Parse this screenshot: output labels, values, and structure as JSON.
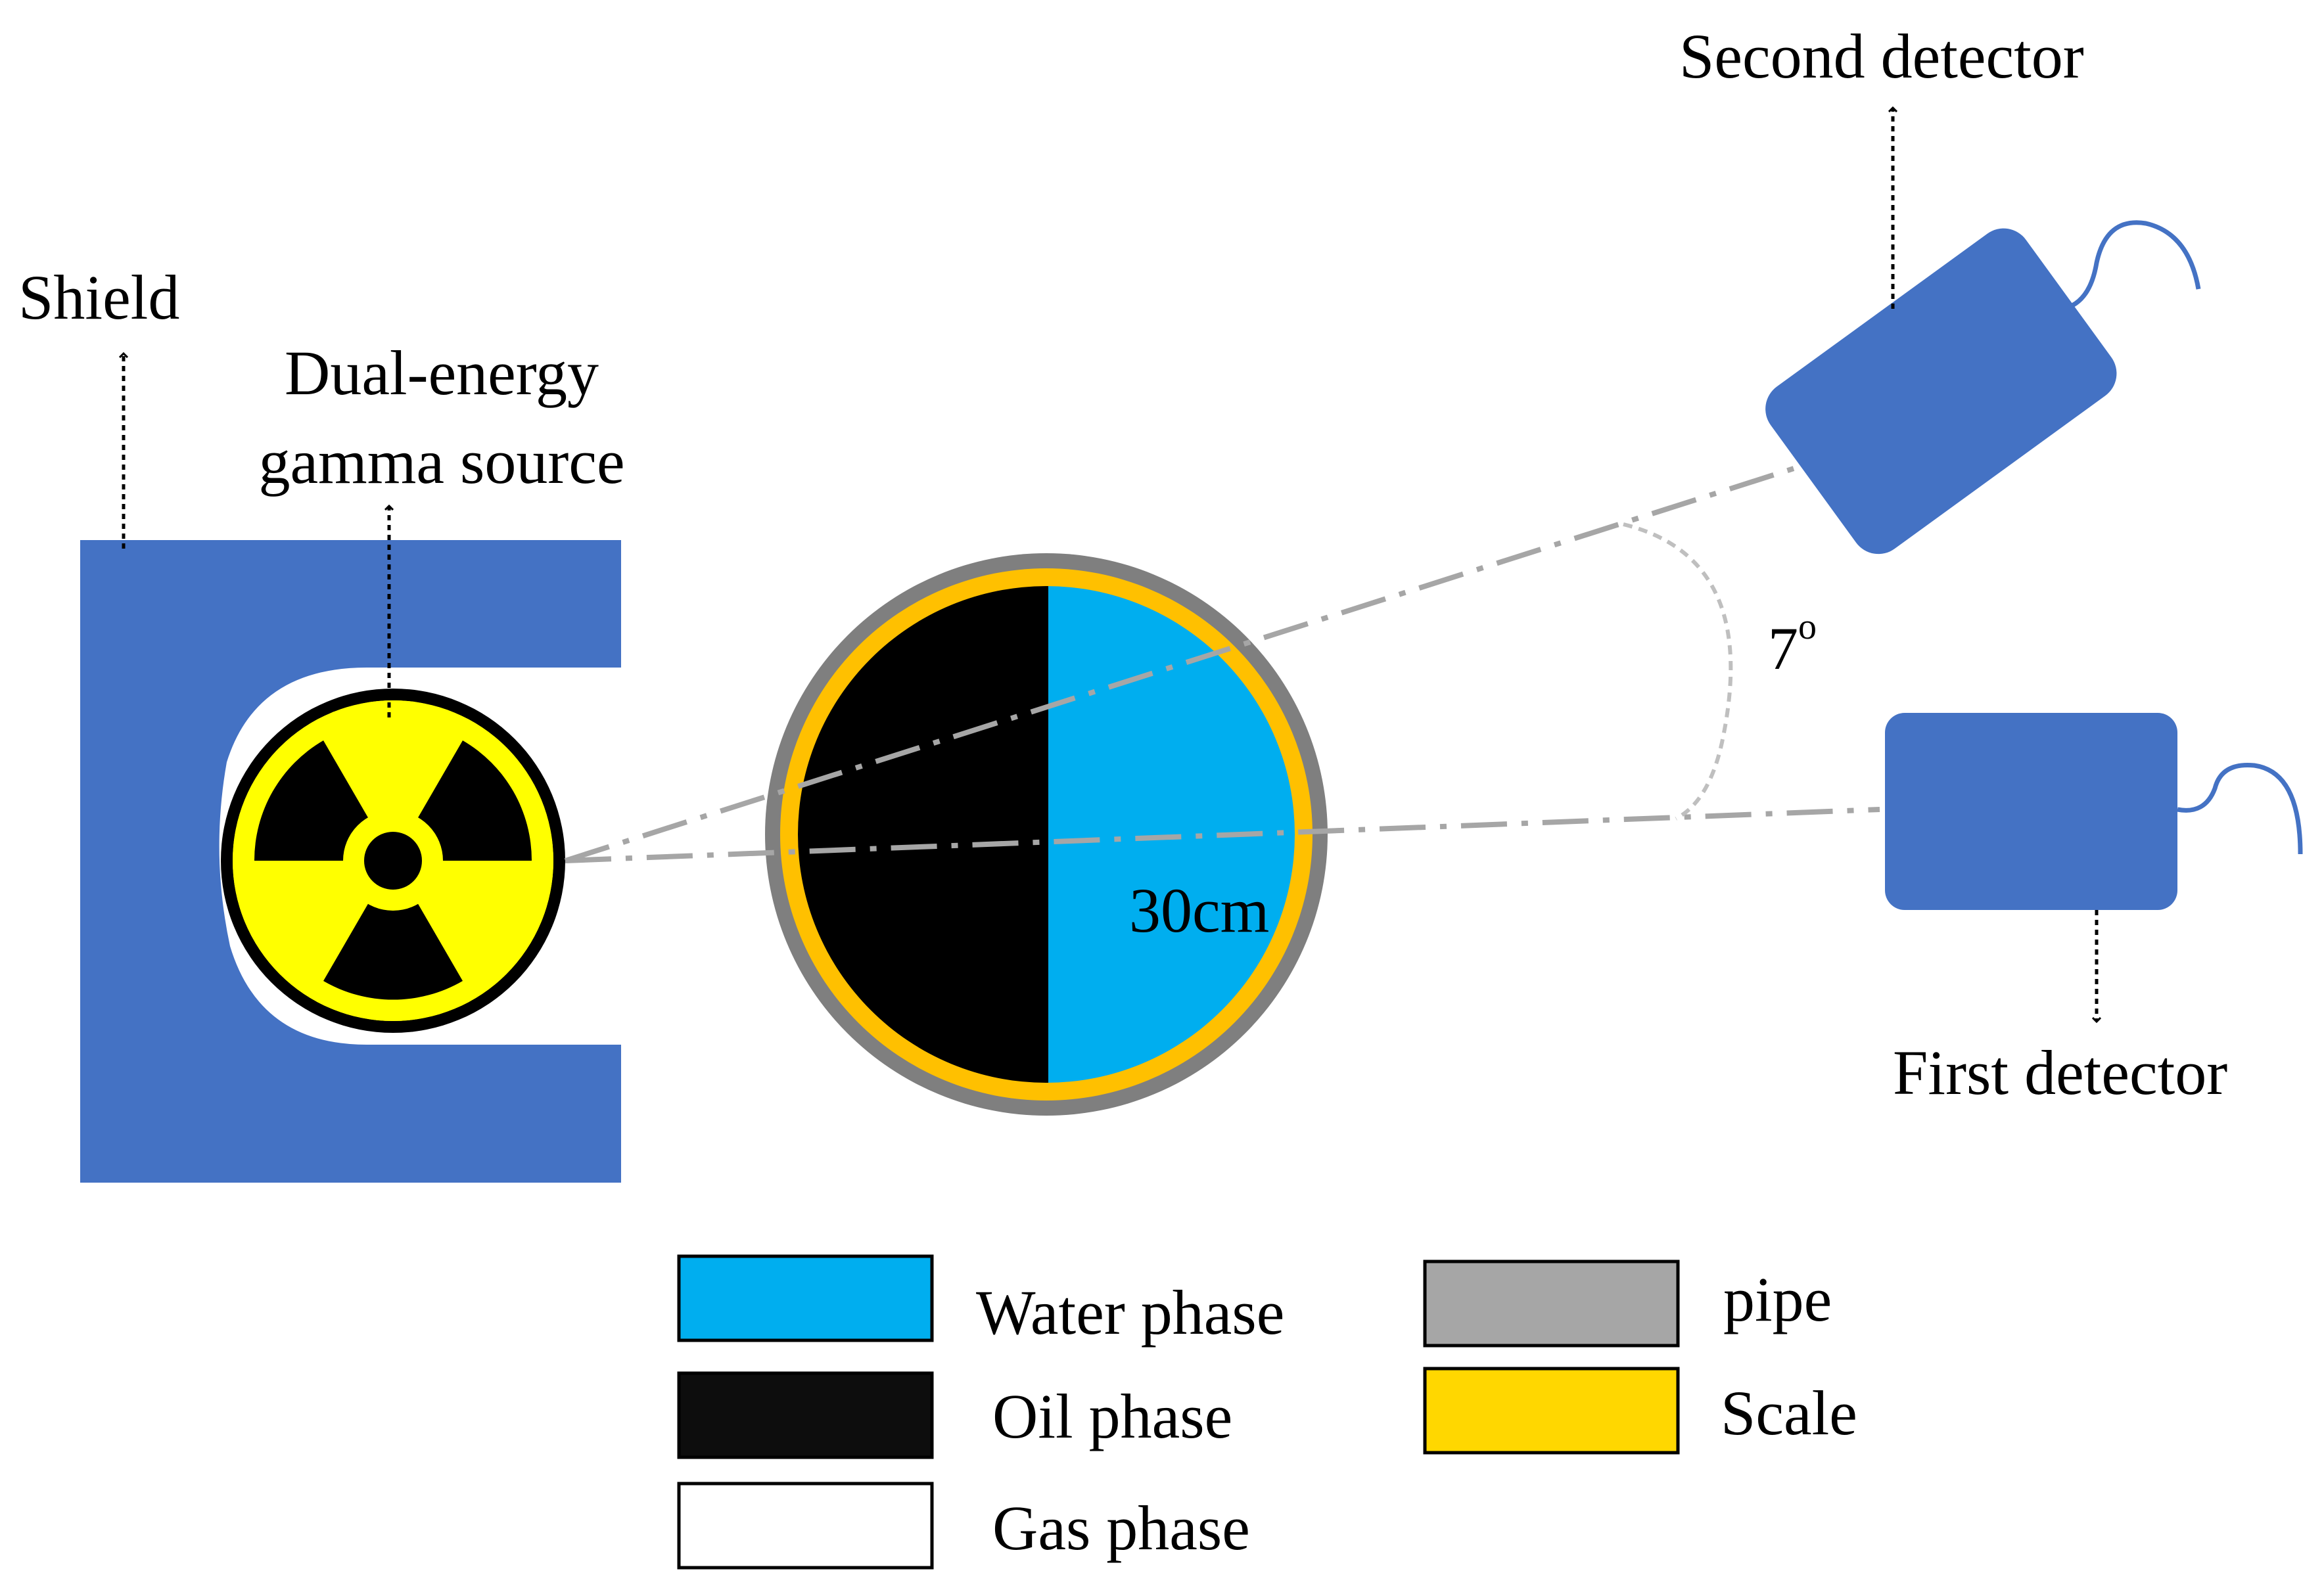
{
  "labels": {
    "shield": "Shield",
    "source_line1": "Dual-energy",
    "source_line2": "gamma source",
    "second_detector": "Second detector",
    "first_detector": "First detector",
    "angle": "7",
    "angle_degree": "o",
    "diameter": "30cm"
  },
  "legend": [
    {
      "label": "Water phase",
      "color": "#00AEEF"
    },
    {
      "label": "Oil phase",
      "color": "#0D0D0D"
    },
    {
      "label": "Gas phase",
      "color": "#FFFFFF"
    },
    {
      "label": "pipe",
      "color": "#A6A6A6"
    },
    {
      "label": "Scale",
      "color": "#FFD700"
    }
  ],
  "colors": {
    "shield": "#4472C4",
    "detector": "#4472C4",
    "pipe": "#7F7F7F",
    "scale": "#FFC000",
    "water": "#00AEEF",
    "oil": "#000000",
    "gas": "#FFFFFF",
    "radiation_yellow": "#FFFF00",
    "beam": "#A6A6A6"
  },
  "icons": {
    "source": "radiation-trefoil-icon",
    "detector": "detector-with-cable-icon"
  }
}
